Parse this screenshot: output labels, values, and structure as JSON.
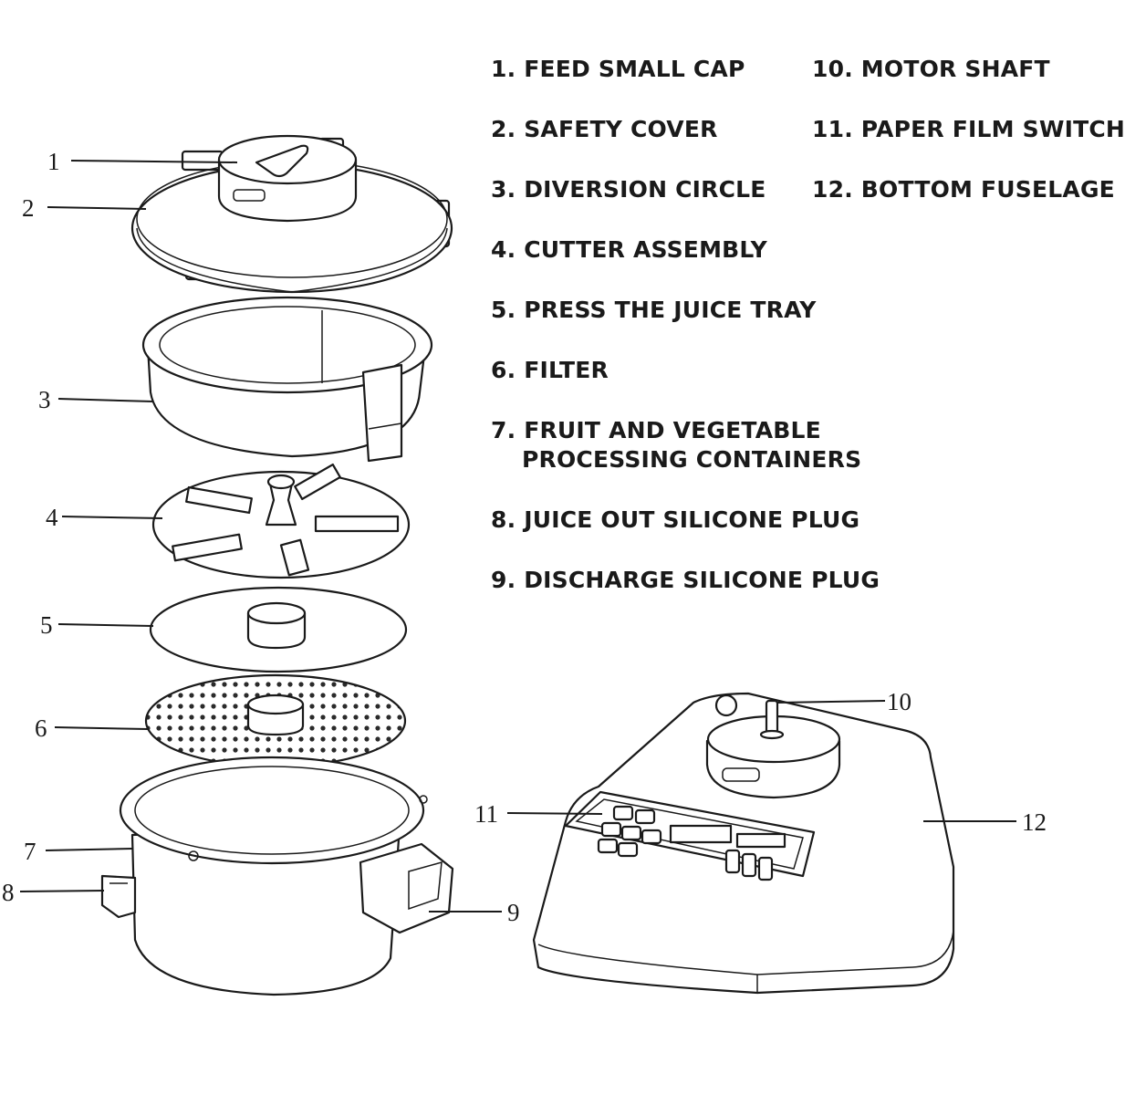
{
  "legend": {
    "items": [
      {
        "text": "1. FEED SMALL CAP"
      },
      {
        "text": "2. SAFETY COVER"
      },
      {
        "text": "3. DIVERSION CIRCLE"
      },
      {
        "text": "4. CUTTER ASSEMBLY"
      },
      {
        "text": "5. PRESS THE JUICE TRAY"
      },
      {
        "text": "6. FILTER"
      },
      {
        "text": "7. FRUIT AND VEGETABLE",
        "text2": "PROCESSING CONTAINERS"
      },
      {
        "text": "8. JUICE OUT SILICONE PLUG"
      },
      {
        "text": "9. DISCHARGE SILICONE PLUG"
      },
      {
        "text": "10. MOTOR SHAFT"
      },
      {
        "text": "11. PAPER FILM SWITCH"
      },
      {
        "text": "12. BOTTOM FUSELAGE"
      }
    ]
  },
  "callouts": [
    "1",
    "2",
    "3",
    "4",
    "5",
    "6",
    "7",
    "8",
    "9",
    "10",
    "11",
    "12"
  ]
}
